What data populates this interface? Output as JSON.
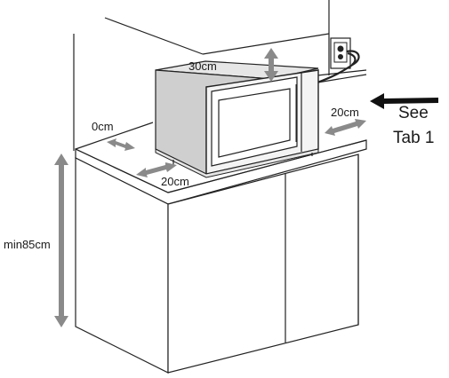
{
  "labels": {
    "top_clearance": "30cm",
    "left_clearance": "0cm",
    "front_clearance": "20cm",
    "back_clearance": "20cm",
    "min_height": "min85cm",
    "see_line1": "See",
    "see_line2": "Tab 1"
  },
  "colors": {
    "arrow_gray": "#8a8a8a",
    "line": "#222222",
    "microwave_body": "#d9d9d9",
    "microwave_door": "#f2f2f2",
    "cabinet": "#ffffff"
  }
}
